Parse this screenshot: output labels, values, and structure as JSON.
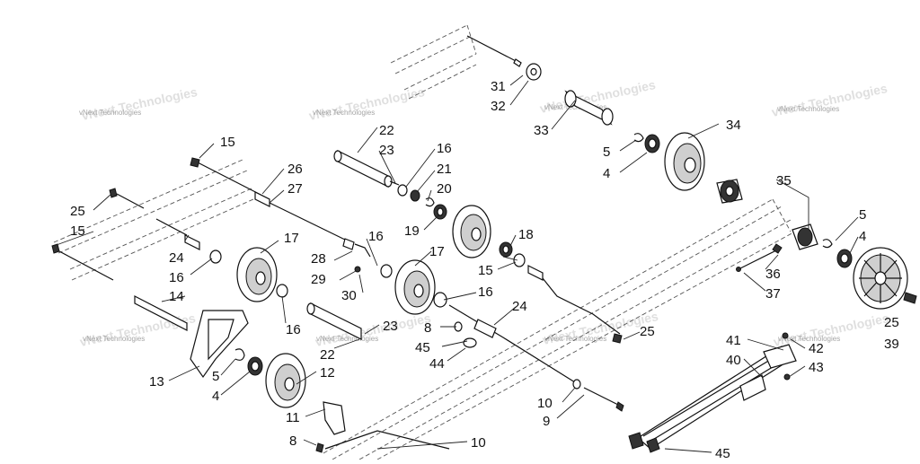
{
  "watermark": "vNext Technologies",
  "callouts": [
    {
      "id": "c31",
      "text": "31"
    },
    {
      "id": "c32",
      "text": "32"
    },
    {
      "id": "c33",
      "text": "33"
    },
    {
      "id": "c34",
      "text": "34"
    },
    {
      "id": "c5a",
      "text": "5"
    },
    {
      "id": "c4a",
      "text": "4"
    },
    {
      "id": "c35",
      "text": "35"
    },
    {
      "id": "c5b",
      "text": "5"
    },
    {
      "id": "c4b",
      "text": "4"
    },
    {
      "id": "c36",
      "text": "36"
    },
    {
      "id": "c37",
      "text": "37"
    },
    {
      "id": "c25a",
      "text": "25"
    },
    {
      "id": "c39",
      "text": "39"
    },
    {
      "id": "c22a",
      "text": "22"
    },
    {
      "id": "c23a",
      "text": "23"
    },
    {
      "id": "c16a",
      "text": "16"
    },
    {
      "id": "c21",
      "text": "21"
    },
    {
      "id": "c20",
      "text": "20"
    },
    {
      "id": "c19",
      "text": "19"
    },
    {
      "id": "c18",
      "text": "18"
    },
    {
      "id": "c15a",
      "text": "15"
    },
    {
      "id": "c26",
      "text": "26"
    },
    {
      "id": "c27",
      "text": "27"
    },
    {
      "id": "c16b",
      "text": "16"
    },
    {
      "id": "c17a",
      "text": "17"
    },
    {
      "id": "c28",
      "text": "28"
    },
    {
      "id": "c29",
      "text": "29"
    },
    {
      "id": "c30",
      "text": "30"
    },
    {
      "id": "c17b",
      "text": "17"
    },
    {
      "id": "c15b",
      "text": "15"
    },
    {
      "id": "c16c",
      "text": "16"
    },
    {
      "id": "c24a",
      "text": "24"
    },
    {
      "id": "c25b",
      "text": "25"
    },
    {
      "id": "c25c",
      "text": "25"
    },
    {
      "id": "c15c",
      "text": "15"
    },
    {
      "id": "c24b",
      "text": "24"
    },
    {
      "id": "c16d",
      "text": "16"
    },
    {
      "id": "c14",
      "text": "14"
    },
    {
      "id": "c16e",
      "text": "16"
    },
    {
      "id": "c23b",
      "text": "23"
    },
    {
      "id": "c22b",
      "text": "22"
    },
    {
      "id": "c8a",
      "text": "8"
    },
    {
      "id": "c45a",
      "text": "45"
    },
    {
      "id": "c44",
      "text": "44"
    },
    {
      "id": "c13",
      "text": "13"
    },
    {
      "id": "c5c",
      "text": "5"
    },
    {
      "id": "c4c",
      "text": "4"
    },
    {
      "id": "c12",
      "text": "12"
    },
    {
      "id": "c11",
      "text": "11"
    },
    {
      "id": "c10a",
      "text": "10"
    },
    {
      "id": "c9a",
      "text": "9"
    },
    {
      "id": "c8b",
      "text": "8"
    },
    {
      "id": "c10b",
      "text": "10"
    },
    {
      "id": "c41",
      "text": "41"
    },
    {
      "id": "c40",
      "text": "40"
    },
    {
      "id": "c42",
      "text": "42"
    },
    {
      "id": "c43",
      "text": "43"
    },
    {
      "id": "c45b",
      "text": "45"
    }
  ]
}
